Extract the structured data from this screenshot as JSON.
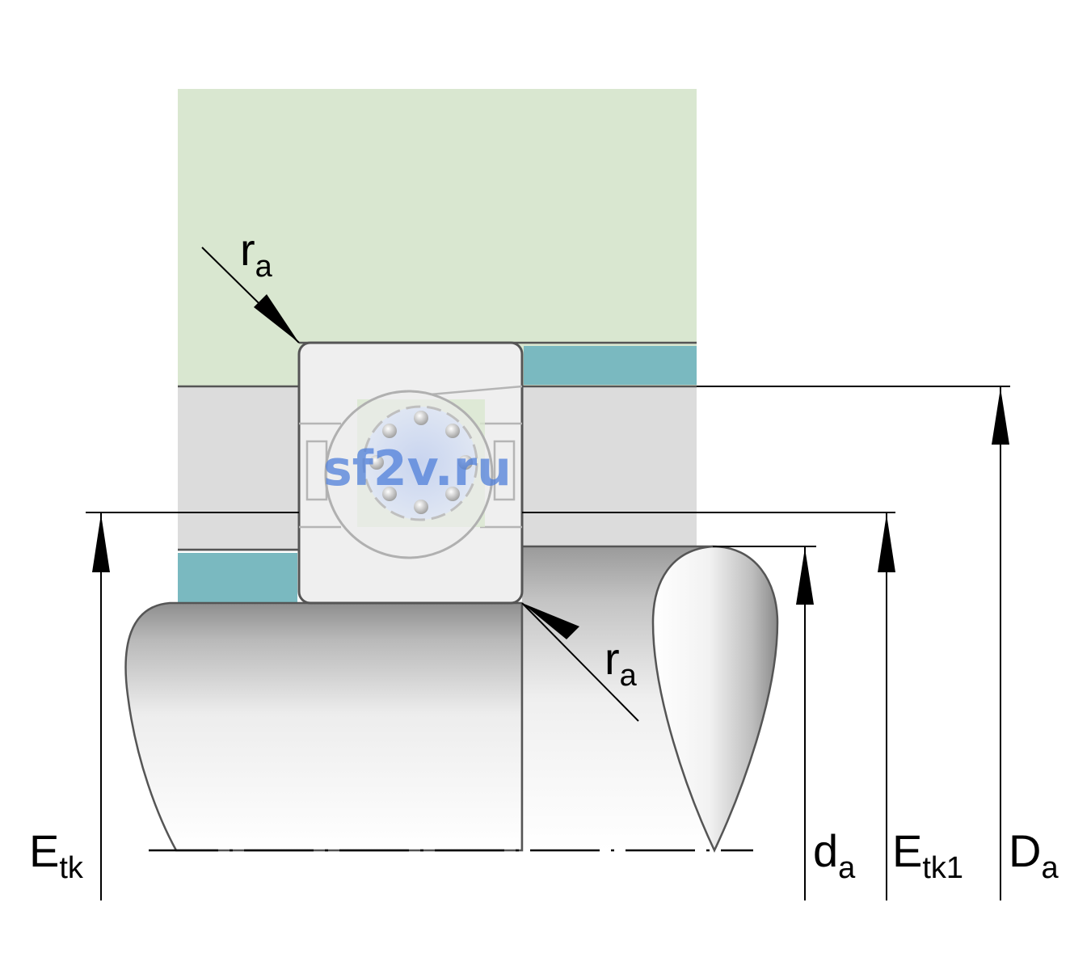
{
  "labels": {
    "ra_top": {
      "main": "r",
      "sub": "a"
    },
    "ra_bottom": {
      "main": "r",
      "sub": "a"
    },
    "etk": {
      "main": "E",
      "sub": "tk"
    },
    "da": {
      "main": "d",
      "sub": "a"
    },
    "etk1": {
      "main": "E",
      "sub": "tk1"
    },
    "Da": {
      "main": "D",
      "sub": "a"
    }
  },
  "watermark": "sf2v.ru",
  "colors": {
    "housing": "#d9e7d0",
    "spacer": "#7ab9c0",
    "ring": "#dcdcdc",
    "bearing": "#efefef",
    "outline": "#555555",
    "dimension": "#000000"
  }
}
